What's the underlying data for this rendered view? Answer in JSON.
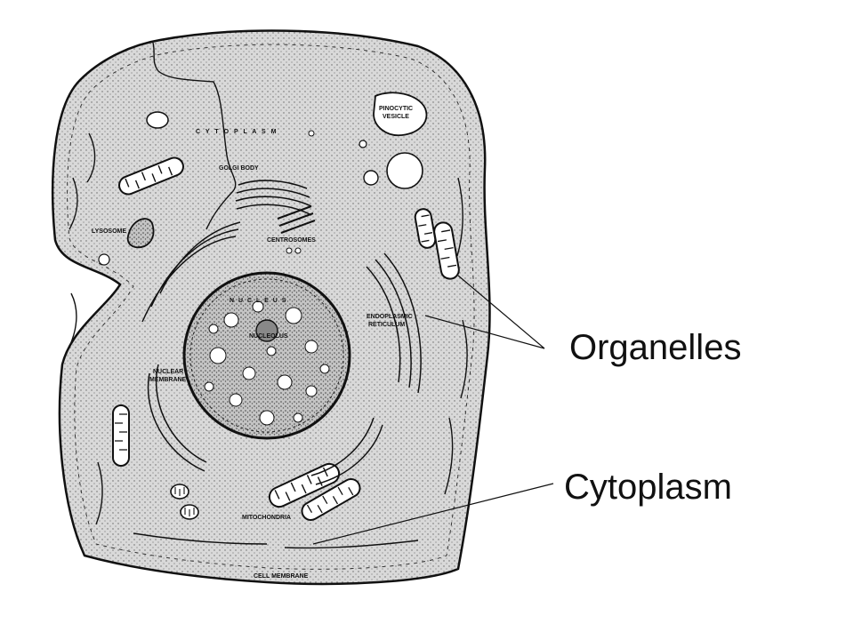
{
  "labels": {
    "organelles": "Organelles",
    "cytoplasm": "Cytoplasm"
  },
  "cell_labels": {
    "cytoplasm_top": "C Y T O P L A S M",
    "pinocytic_1": "PINOCYTIC",
    "pinocytic_2": "VESICLE",
    "golgi": "GOLGI BODY",
    "lysosome": "LYSOSOME",
    "centrosomes": "CENTROSOMES",
    "nucleus": "N U C L E U S",
    "nucleolus": "NUCLEOLUS",
    "er_1": "ENDOPLASMIC",
    "er_2": "RETICULUM",
    "nuclear_membrane_1": "NUCLEAR",
    "nuclear_membrane_2": "MEMBRANE",
    "mitochondria": "MITOCHONDRIA",
    "cell_membrane": "CELL MEMBRANE"
  },
  "colors": {
    "cytoplasm_fill": "#d6d6d6",
    "nucleus_fill": "#bdbdbd",
    "line": "#111111",
    "background": "#ffffff"
  }
}
